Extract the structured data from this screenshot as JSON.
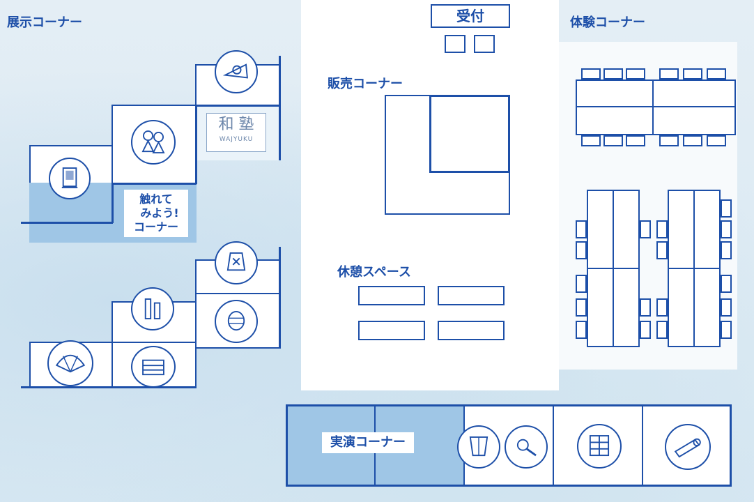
{
  "sections": {
    "exhibit": "展示コーナー",
    "reception": "受付",
    "experience": "体験コーナー",
    "sales": "販売コーナー",
    "rest": "休憩スペース",
    "demo": "実演コーナー"
  },
  "touch_corner": {
    "line1": "触れて",
    "line2": "みよう!",
    "line3": "コーナー"
  },
  "wajyuku": {
    "kanji": "和 塾",
    "romaji": "WAJYUKU"
  },
  "colors": {
    "accent": "#1d4fa8",
    "shade": "#9fc6e6",
    "background": "#d9e9f3"
  },
  "icons": [
    "butsudan-icon",
    "doll-icon",
    "fan-dish-icon",
    "wajyuku-logo",
    "candle-icon",
    "lantern-icon",
    "vase-icon",
    "folding-fan-icon",
    "tub-icon",
    "dyeing-icon",
    "paper-roll-icon",
    "cabinet-icon",
    "scroll-icon"
  ]
}
